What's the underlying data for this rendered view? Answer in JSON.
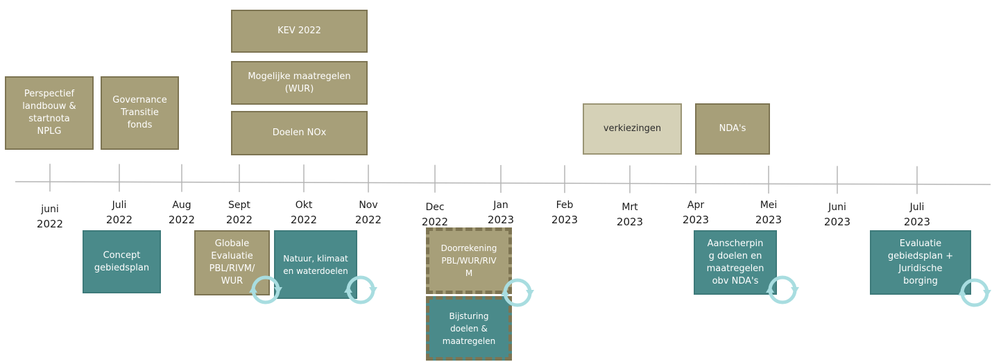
{
  "colors": {
    "olive": "#a79f79",
    "olive_border": "#7d7452",
    "teal": "#4a8a8a",
    "light": "#d5d1b7",
    "cycle_arrow": "#a8dde0",
    "axis": "#b5b5b5"
  },
  "months": [
    {
      "m": "juni",
      "y": "2022"
    },
    {
      "m": "Juli",
      "y": "2022"
    },
    {
      "m": "Aug",
      "y": "2022"
    },
    {
      "m": "Sept",
      "y": "2022"
    },
    {
      "m": "Okt",
      "y": "2022"
    },
    {
      "m": "Nov",
      "y": "2022"
    },
    {
      "m": "Dec",
      "y": "2022"
    },
    {
      "m": "Jan",
      "y": "2023"
    },
    {
      "m": "Feb",
      "y": "2023"
    },
    {
      "m": "Mrt",
      "y": "2023"
    },
    {
      "m": "Apr",
      "y": "2023"
    },
    {
      "m": "Mei",
      "y": "2023"
    },
    {
      "m": "Juni",
      "y": "2023"
    },
    {
      "m": "Juli",
      "y": "2023"
    }
  ],
  "top_boxes": {
    "perspectief": "Perspectief\nlandbouw &\nstartnota\nNPLG",
    "governance": "Governance\nTransitie\nfonds",
    "kev": "KEV 2022",
    "maatregelen": "Mogelijke maatregelen\n(WUR)",
    "nox": "Doelen NOx",
    "verkiezingen": "verkiezingen",
    "nda": "NDA's"
  },
  "bottom_boxes": {
    "concept": "Concept\ngebiedsplan",
    "globale": "Globale\nEvaluatie\nPBL/RIVM/\nWUR",
    "natuur": "Natuur, klimaat\nen waterdoelen",
    "doorrekening": "Doorrekening\nPBL/WUR/RIV\nM",
    "bijsturing": "Bijsturing\ndoelen &\nmaatregelen",
    "aanscherping": "Aanscherpin\ng doelen en\nmaatregelen\nobv NDA's",
    "evaluatie": "Evaluatie\ngebiedsplan +\nJuridische\nborging"
  },
  "cycle_icon": "cycle-arrows-icon"
}
